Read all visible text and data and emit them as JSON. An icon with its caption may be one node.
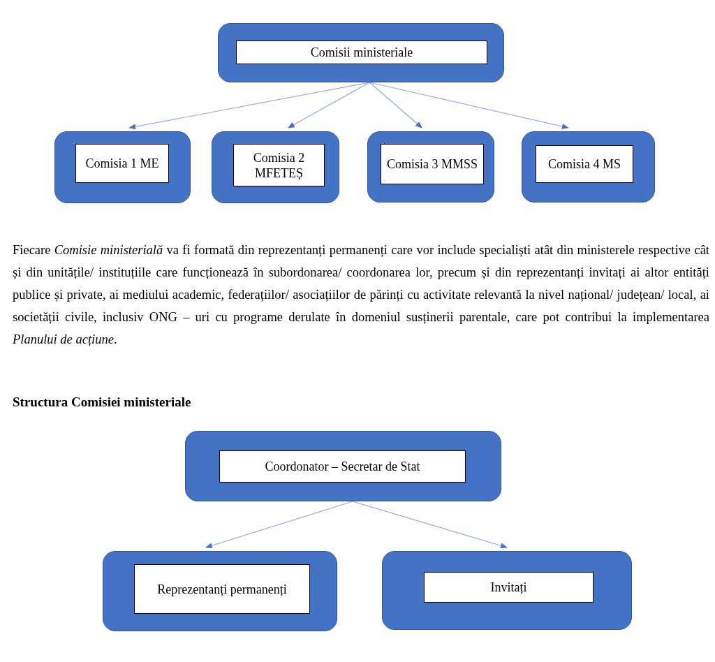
{
  "diagram": {
    "nodes": [
      {
        "text": [
          "Comisii ministeriale"
        ]
      },
      {
        "text": [
          "Comisia 1 ME"
        ]
      },
      {
        "text": [
          "Comisia 2 MFETEȘ"
        ]
      },
      {
        "text": [
          "Comisia 3 MMSS"
        ]
      },
      {
        "text": [
          "Comisia 4 MS"
        ]
      },
      {
        "text": [
          "Coordonator – Secretar de Stat"
        ]
      },
      {
        "text": [
          "Reprezentanți permanenți"
        ]
      },
      {
        "text": [
          "Invitați"
        ]
      }
    ],
    "edges": [
      {
        "from": 0,
        "to": 1,
        "arrow": "to"
      },
      {
        "from": 0,
        "to": 2,
        "arrow": "to"
      },
      {
        "from": 0,
        "to": 3,
        "arrow": "to"
      },
      {
        "from": 0,
        "to": 4,
        "arrow": "to"
      },
      {
        "from": 5,
        "to": 6,
        "arrow": "to"
      },
      {
        "from": 5,
        "to": 7,
        "arrow": "to"
      }
    ],
    "labels": [
      "Fiecare *Comisie ministerială* va fi formată din reprezentanți permanenți care vor include specialiști atât din ministerele respective cât și din unitățile/ instituțiile care funcționează în subordonarea/ coordonarea lor, precum și din reprezentanți invitați ai altor entități publice și private, ai mediului academic, federațiilor/ asociațiilor de părinți cu activitate relevantă la nivel național/ județean/ local, ai societății civile, inclusiv ONG – uri cu programe derulate în domeniul susținerii parentale, care pot contribui la implementarea *Planului de acțiune*.",
      "Structura Comisiei ministeriale"
    ]
  }
}
